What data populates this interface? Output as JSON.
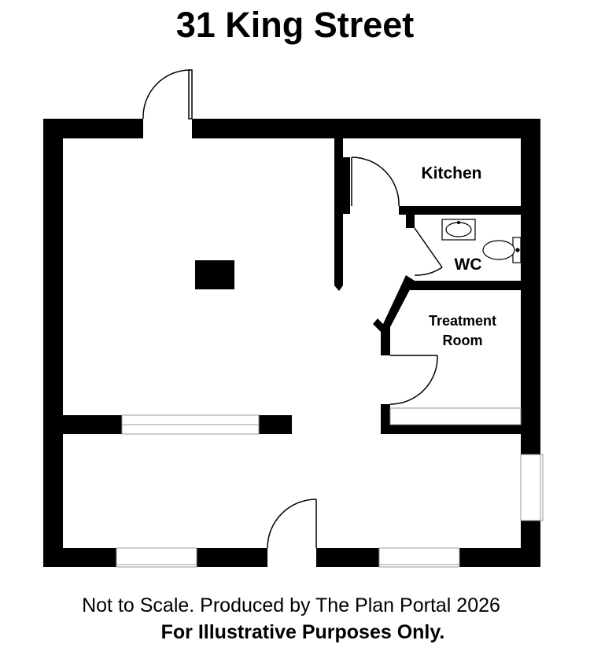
{
  "title": "31 King Street",
  "rooms": {
    "kitchen": "Kitchen",
    "wc": "WC",
    "treatment_line1": "Treatment",
    "treatment_line2": "Room"
  },
  "footer": {
    "disclaimer": "Not to Scale. Produced by The Plan Portal 2026",
    "notice": "For Illustrative Purposes Only."
  },
  "colors": {
    "wall": "#000000",
    "background": "#ffffff",
    "window": "#999999"
  }
}
